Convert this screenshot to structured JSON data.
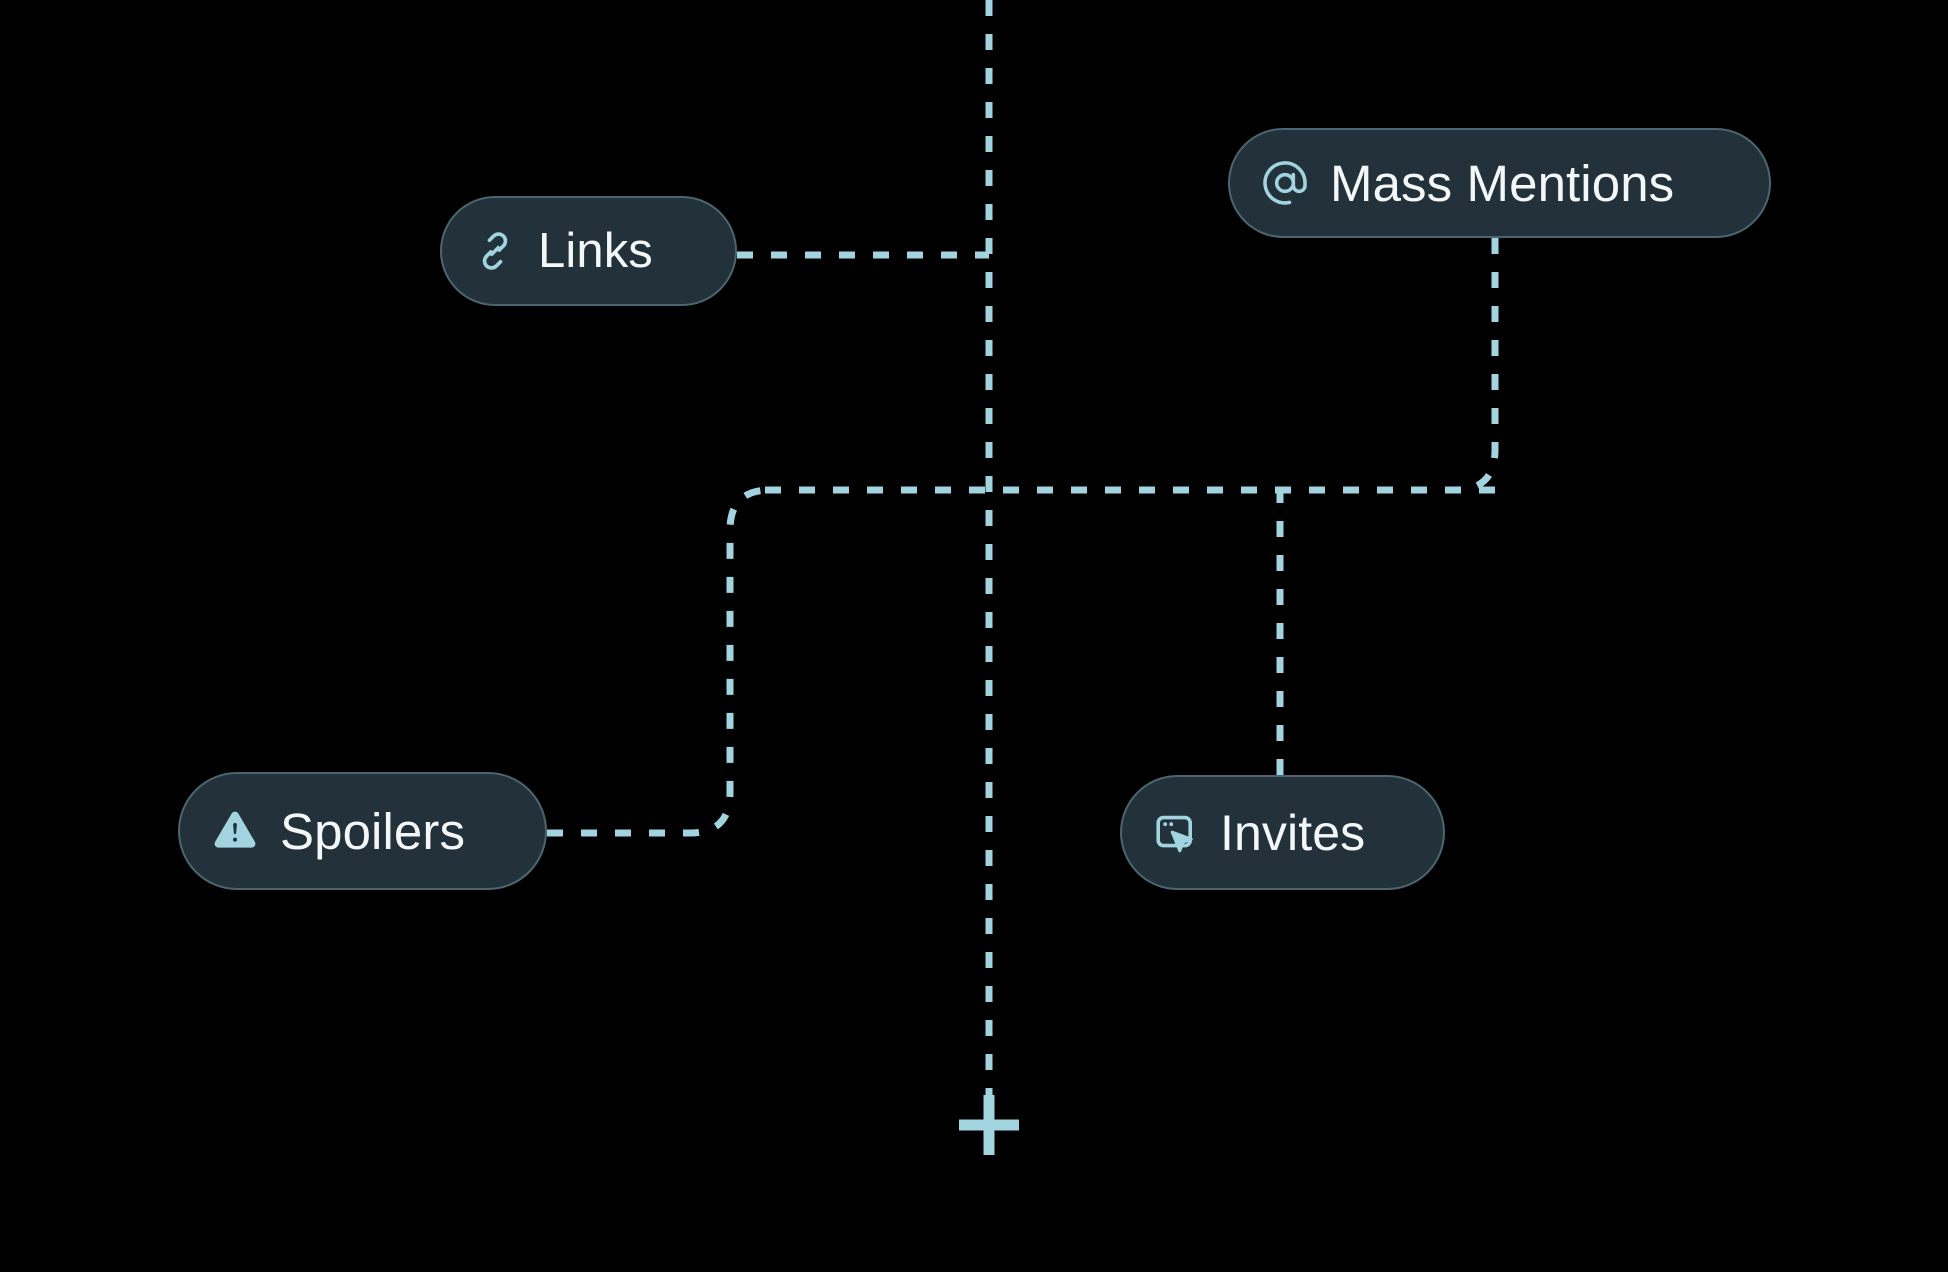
{
  "canvas": {
    "background_color": "#000000",
    "edge_color": "#a2d4df",
    "node_fill_color": "#22313a",
    "node_border_color": "#4b6670",
    "node_label_color": "#f4f7f8",
    "icon_color": "#a2d4df"
  },
  "nodes": [
    {
      "id": "links",
      "label": "Links",
      "icon": "link-chain-icon"
    },
    {
      "id": "mass-mentions",
      "label": "Mass Mentions",
      "icon": "at-sign-icon"
    },
    {
      "id": "spoilers",
      "label": "Spoilers",
      "icon": "warning-triangle-icon"
    },
    {
      "id": "invites",
      "label": "Invites",
      "icon": "window-cursor-icon"
    }
  ],
  "edges": [
    {
      "id": "links-to-trunk",
      "from": "links",
      "to": "trunk"
    },
    {
      "id": "mentions-to-bus",
      "from": "mass-mentions",
      "to": "bus"
    },
    {
      "id": "spoilers-to-bus",
      "from": "spoilers",
      "to": "bus"
    },
    {
      "id": "invites-to-bus",
      "from": "invites",
      "to": "bus"
    }
  ],
  "markers": {
    "add_node_marker": "+"
  }
}
